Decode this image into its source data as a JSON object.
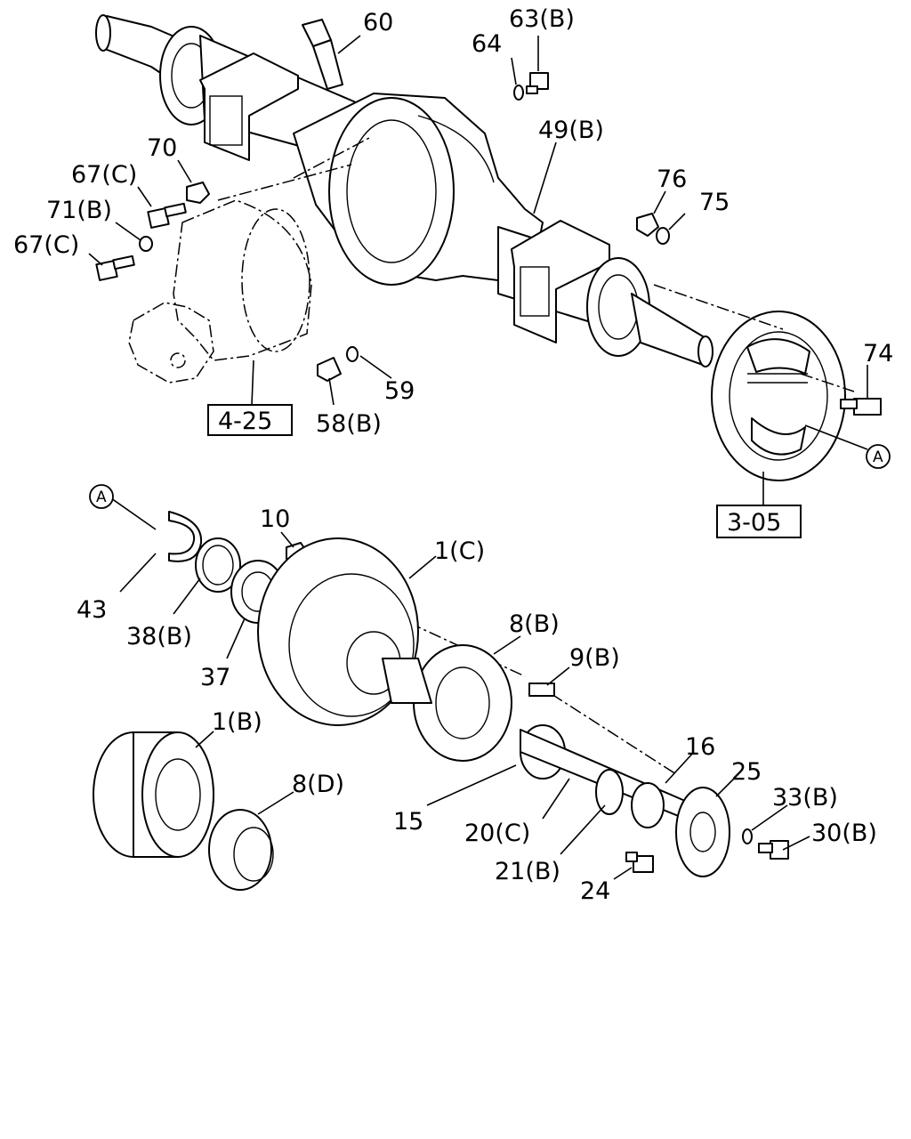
{
  "labels": {
    "p60": "60",
    "p63b": "63(B)",
    "p64": "64",
    "p49b": "49(B)",
    "p70": "70",
    "p67c_top": "67(C)",
    "p71b": "71(B)",
    "p67c_bottom": "67(C)",
    "p76": "76",
    "p75": "75",
    "p74": "74",
    "p59": "59",
    "p58b": "58(B)",
    "p10": "10",
    "p1c": "1(C)",
    "p43": "43",
    "p38b": "38(B)",
    "p37": "37",
    "p8b": "8(B)",
    "p9b": "9(B)",
    "p1b": "1(B)",
    "p8d": "8(D)",
    "p16": "16",
    "p25": "25",
    "p33b": "33(B)",
    "p30b": "30(B)",
    "p15": "15",
    "p20c": "20(C)",
    "p21b": "21(B)",
    "p24": "24"
  },
  "refs": {
    "ref_4_25": "4-25",
    "ref_3_05": "3-05"
  },
  "markers": {
    "a_right": "A",
    "a_left": "A"
  }
}
